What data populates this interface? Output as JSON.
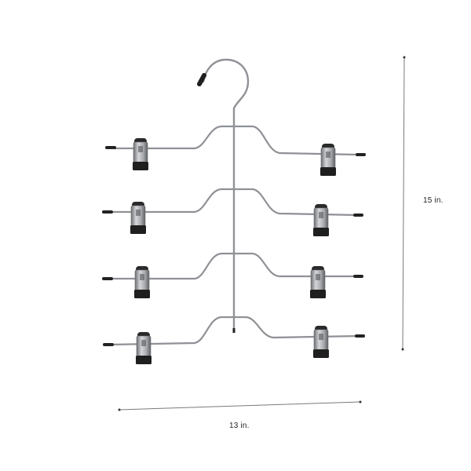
{
  "product": {
    "name": "4-tier skirt hanger with clips",
    "tiers": 4,
    "clips_per_tier": 2
  },
  "dimensions": {
    "height_label": "15 in.",
    "width_label": "13 in."
  },
  "colors": {
    "wire": "#8f9196",
    "clip_metal": "#b9bbbf",
    "clip_rubber": "#222222",
    "dimension_line": "#777777",
    "background": "#ffffff"
  }
}
